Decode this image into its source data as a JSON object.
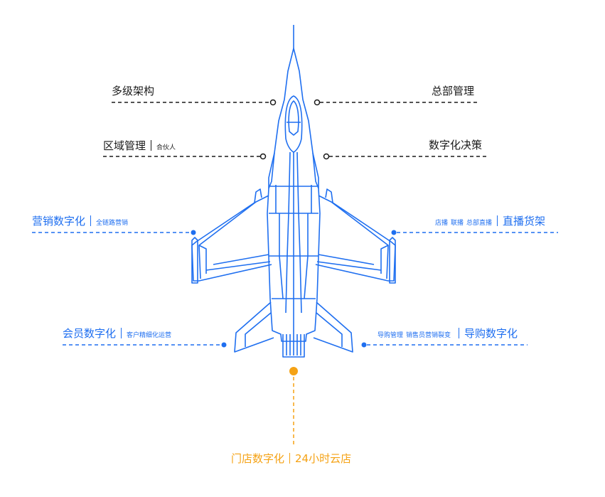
{
  "colors": {
    "plane_stroke": "#1f6ff0",
    "blue": "#1f6ff0",
    "dark": "#1a1a1a",
    "orange": "#f5a214"
  },
  "labels": {
    "multi_level": "多级架构",
    "hq": "总部管理",
    "region": "区域管理",
    "region_sub": "合伙人",
    "decision": "数字化决策",
    "marketing": "营销数字化",
    "marketing_sub": "全链路营销",
    "shelf": "直播货架",
    "shelf_sub_1": "店播",
    "shelf_sub_2": "联播",
    "shelf_sub_3": "总部直播",
    "member": "会员数字化",
    "member_sub": "客户精细化运营",
    "guide": "导购数字化",
    "guide_sub_1": "导购管理",
    "guide_sub_2": "销售员营销裂变",
    "store": "门店数字化",
    "store_sub": "24小时云店"
  }
}
